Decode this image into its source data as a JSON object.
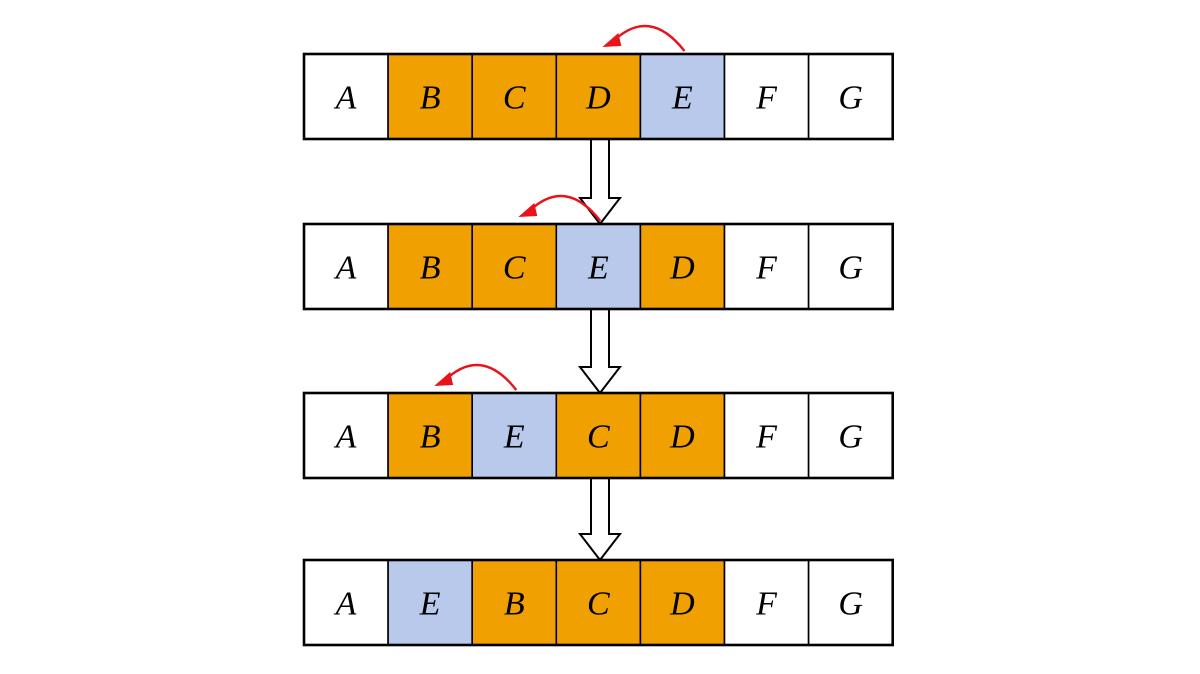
{
  "colors": {
    "plain": "#ffffff",
    "shifted": "#f0a000",
    "moving": "#b8c9ec",
    "swap_arrow": "#e8131b",
    "border": "#000000"
  },
  "rows": [
    {
      "cells": [
        {
          "label": "A",
          "state": "plain"
        },
        {
          "label": "B",
          "state": "shifted"
        },
        {
          "label": "C",
          "state": "shifted"
        },
        {
          "label": "D",
          "state": "shifted"
        },
        {
          "label": "E",
          "state": "moving"
        },
        {
          "label": "F",
          "state": "plain"
        },
        {
          "label": "G",
          "state": "plain"
        }
      ],
      "swap": {
        "from_index": 4,
        "to_index": 3
      }
    },
    {
      "cells": [
        {
          "label": "A",
          "state": "plain"
        },
        {
          "label": "B",
          "state": "shifted"
        },
        {
          "label": "C",
          "state": "shifted"
        },
        {
          "label": "E",
          "state": "moving"
        },
        {
          "label": "D",
          "state": "shifted"
        },
        {
          "label": "F",
          "state": "plain"
        },
        {
          "label": "G",
          "state": "plain"
        }
      ],
      "swap": {
        "from_index": 3,
        "to_index": 2
      }
    },
    {
      "cells": [
        {
          "label": "A",
          "state": "plain"
        },
        {
          "label": "B",
          "state": "shifted"
        },
        {
          "label": "E",
          "state": "moving"
        },
        {
          "label": "C",
          "state": "shifted"
        },
        {
          "label": "D",
          "state": "shifted"
        },
        {
          "label": "F",
          "state": "plain"
        },
        {
          "label": "G",
          "state": "plain"
        }
      ],
      "swap": {
        "from_index": 2,
        "to_index": 1
      }
    },
    {
      "cells": [
        {
          "label": "A",
          "state": "plain"
        },
        {
          "label": "E",
          "state": "moving"
        },
        {
          "label": "B",
          "state": "shifted"
        },
        {
          "label": "C",
          "state": "shifted"
        },
        {
          "label": "D",
          "state": "shifted"
        },
        {
          "label": "F",
          "state": "plain"
        },
        {
          "label": "G",
          "state": "plain"
        }
      ]
    }
  ]
}
